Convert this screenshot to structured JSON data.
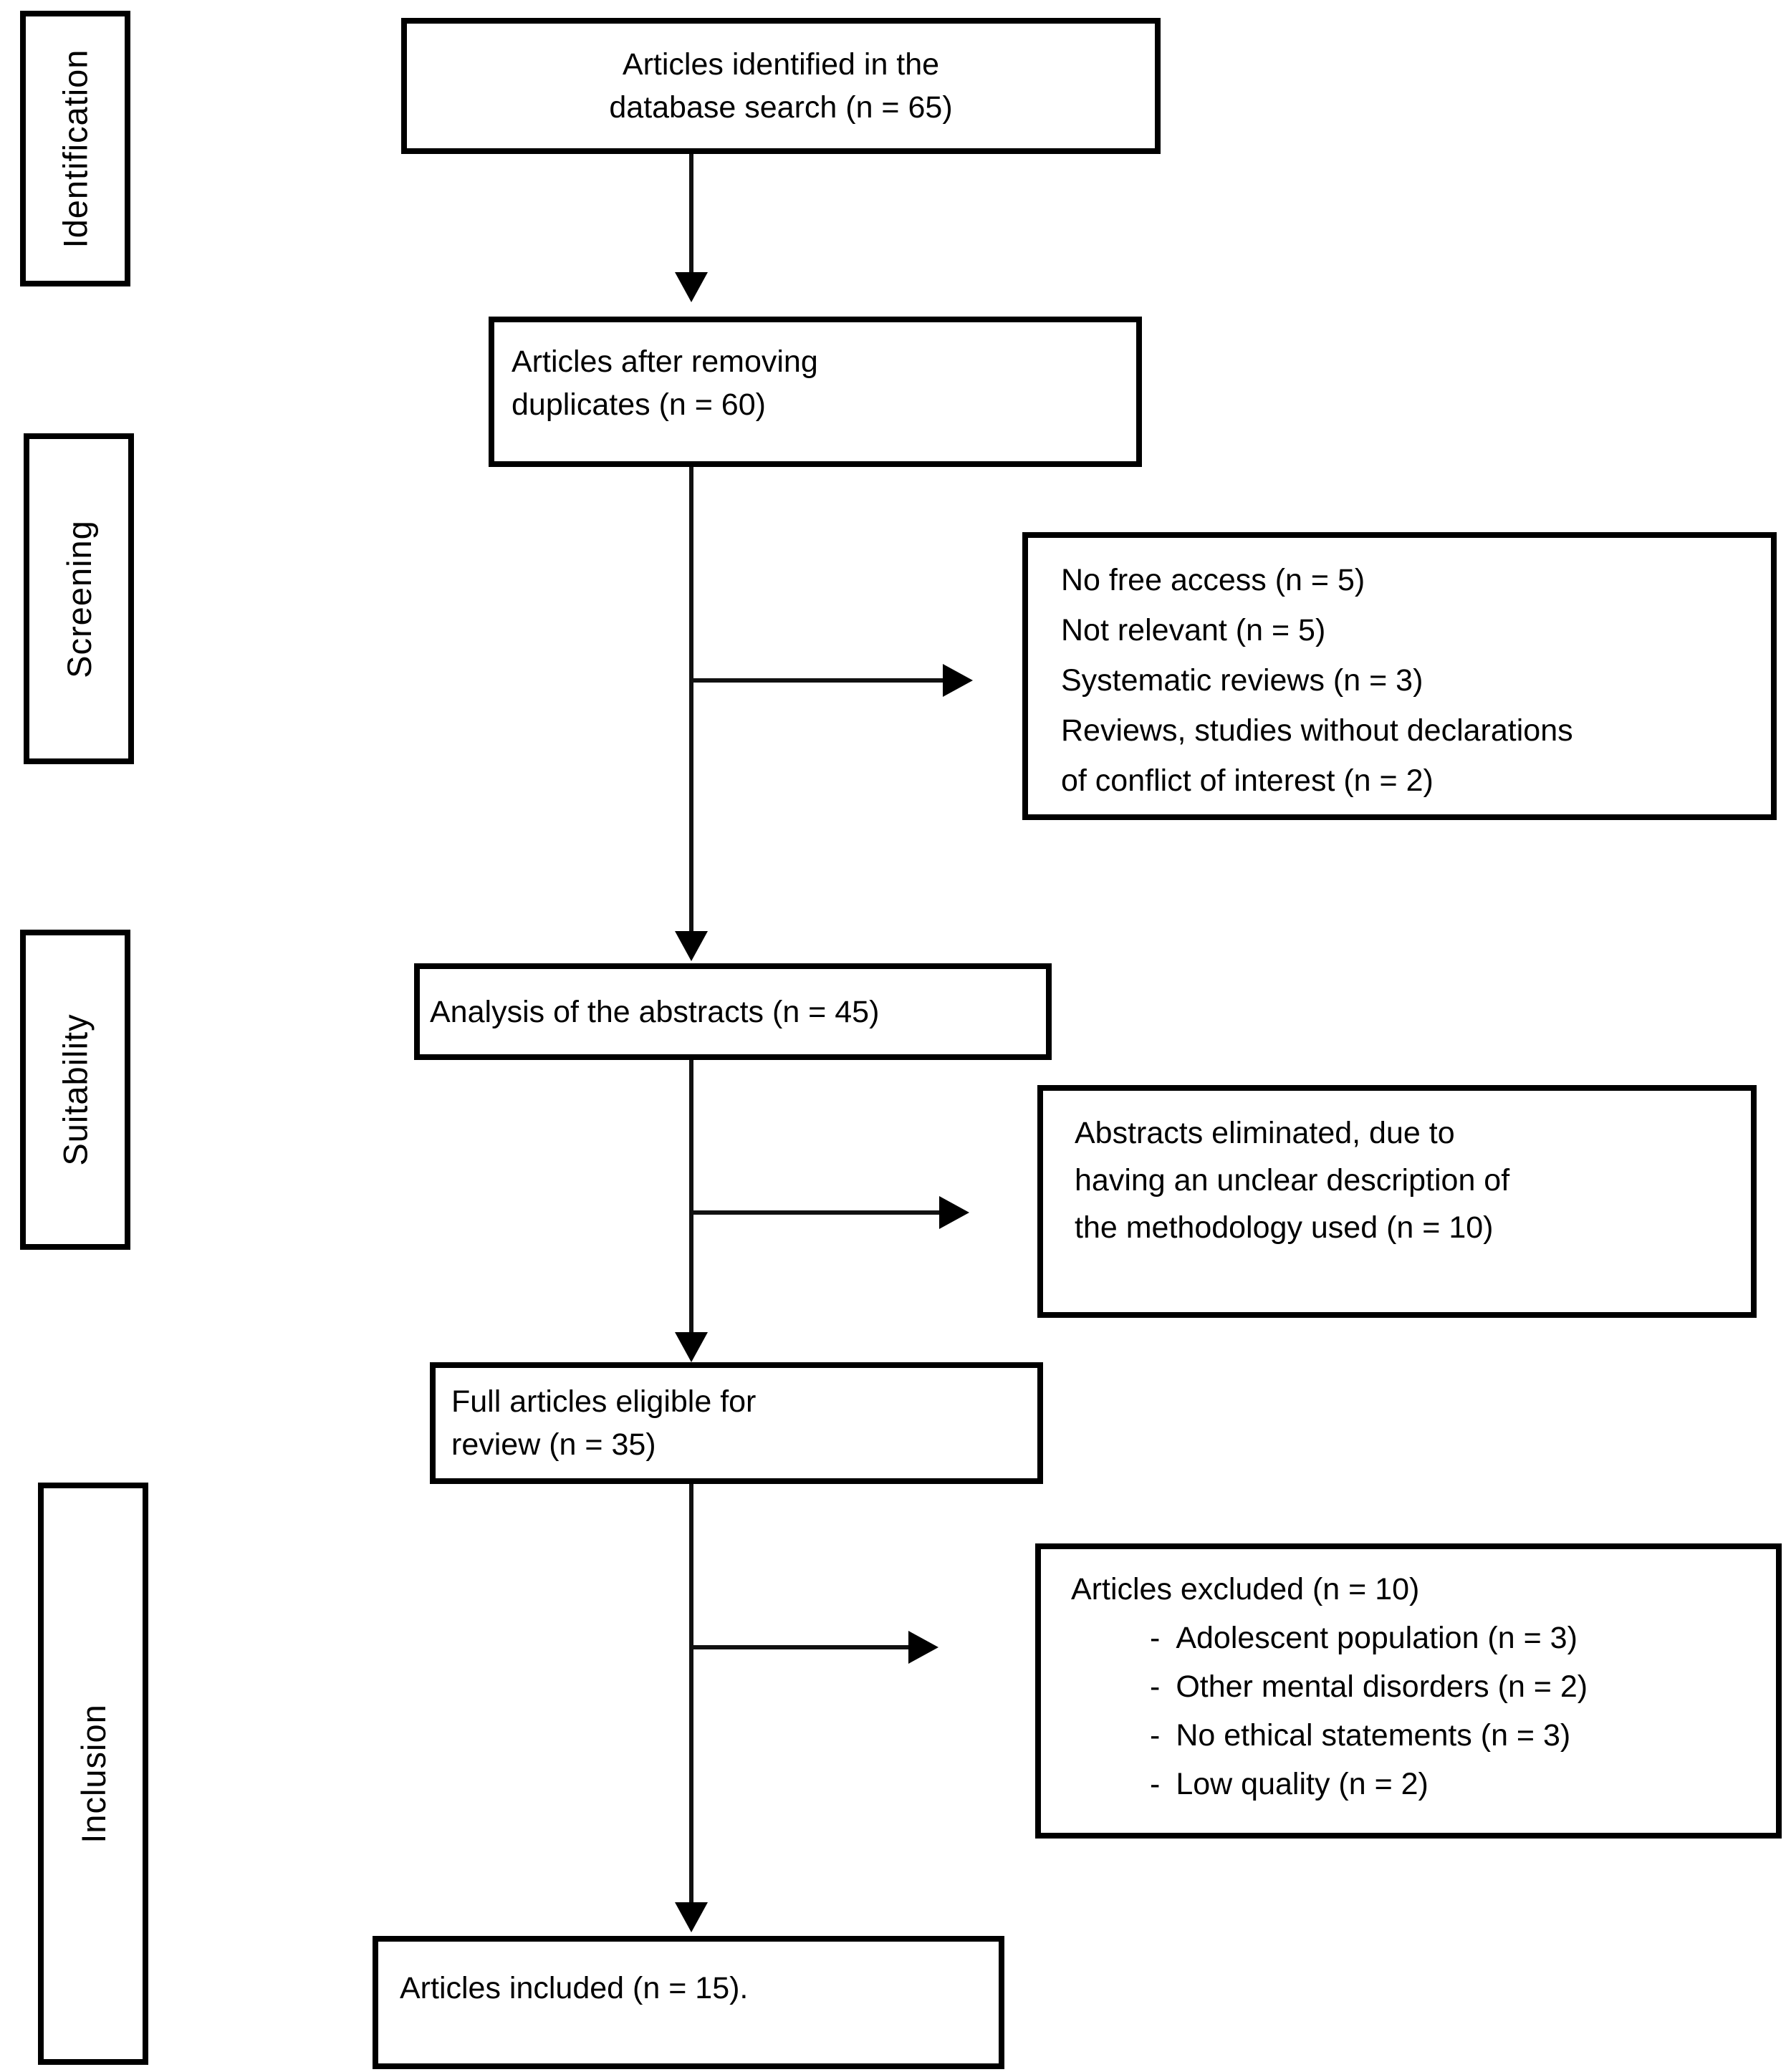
{
  "colors": {
    "ink": "#000000",
    "background": "#ffffff"
  },
  "stages": [
    {
      "label": "Identification"
    },
    {
      "label": "Screening"
    },
    {
      "label": "Suitability"
    },
    {
      "label": "Inclusion"
    }
  ],
  "flow": {
    "identified": {
      "lines": [
        "Articles identified in the",
        "database search (n = 65)"
      ]
    },
    "deduplicated": {
      "lines": [
        "Articles after removing",
        "duplicates (n = 60)"
      ]
    },
    "abstracts": {
      "lines": [
        "Analysis of the abstracts (n = 45)"
      ]
    },
    "full_articles": {
      "lines": [
        "Full articles eligible for",
        "review (n = 35)"
      ]
    },
    "included": {
      "lines": [
        "Articles included (n = 15)."
      ]
    }
  },
  "exclusions": {
    "screening": {
      "lines": [
        "No free access (n = 5)",
        "Not relevant (n = 5)",
        "Systematic reviews (n = 3)",
        "Reviews, studies without declarations",
        "of conflict of interest (n = 2)"
      ]
    },
    "abstracts": {
      "lines": [
        "Abstracts eliminated, due to",
        "having an unclear description of",
        "the methodology used (n = 10)"
      ]
    },
    "full_text": {
      "header": "Articles excluded (n = 10)",
      "bullet": "-",
      "items": [
        "Adolescent population (n = 3)",
        "Other mental disorders (n = 2)",
        "No ethical statements (n = 3)",
        "Low quality (n = 2)"
      ]
    }
  }
}
